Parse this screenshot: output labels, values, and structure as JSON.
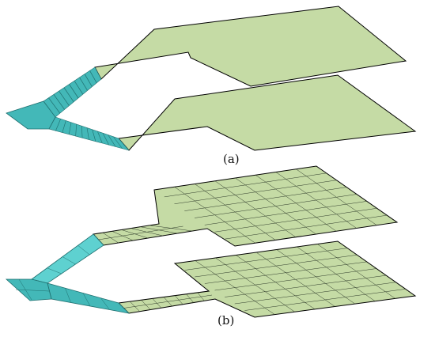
{
  "captions": {
    "a": "(a)",
    "b": "(b)"
  },
  "colors": {
    "plate_fill": "#c5dba5",
    "plate_edge": "#000000",
    "transition_fill": "#43b8b8",
    "transition_shade": "#2f9494",
    "transition_light": "#5ed1d0",
    "mesh_line": "#2e3a2a"
  },
  "diagram": {
    "a": {
      "transition": "stepped"
    },
    "b": {
      "transition": "smooth",
      "mesh": true
    }
  }
}
